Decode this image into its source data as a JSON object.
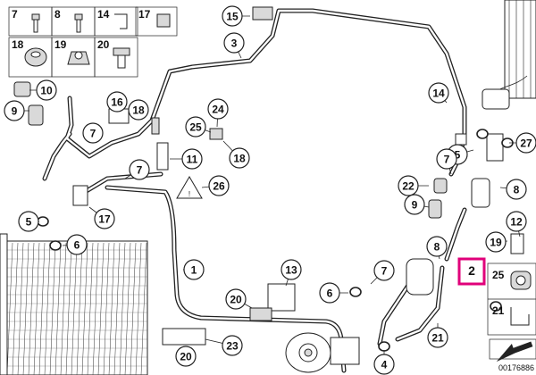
{
  "diagram": {
    "legend_cells": [
      {
        "label": "7",
        "icon": "screw-icon"
      },
      {
        "label": "8",
        "icon": "bolt-icon"
      },
      {
        "label": "14",
        "icon": "clip-icon"
      },
      {
        "label": "17",
        "icon": "bracket-clip-icon"
      },
      {
        "label": "18",
        "icon": "grommet-icon"
      },
      {
        "label": "19",
        "icon": "hex-nut-icon"
      },
      {
        "label": "20",
        "icon": "hex-bolt-icon"
      }
    ],
    "side_legend": [
      {
        "label": "25",
        "icon": "clamp-icon"
      },
      {
        "label": "21",
        "icon": "bracket-icon"
      }
    ],
    "callouts": [
      "15",
      "3",
      "10",
      "9",
      "16",
      "18",
      "7",
      "24",
      "25",
      "11",
      "18",
      "7",
      "26",
      "5",
      "6",
      "17",
      "1",
      "13",
      "20",
      "6",
      "23",
      "20",
      "7",
      "4",
      "14",
      "27",
      "5",
      "7",
      "22",
      "9",
      "8",
      "12",
      "19",
      "8",
      "21"
    ],
    "highlighted_callout": "2",
    "highlight_color": "#e0007a",
    "image_id": "00176886"
  }
}
